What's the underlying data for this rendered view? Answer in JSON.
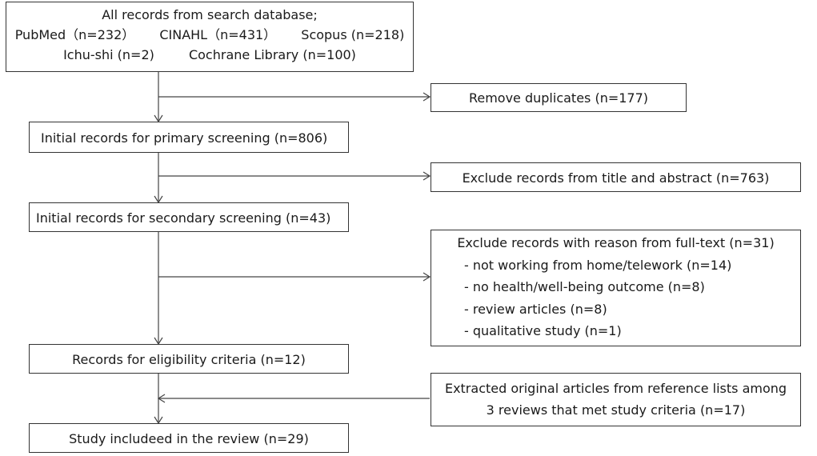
{
  "sources_box": {
    "line1": "All records from search database;",
    "db_pubmed": "PubMed（n=232）",
    "db_cinahl": "CINAHL（n=431）",
    "db_scopus": "Scopus (n=218)",
    "db_ichushi": "Ichu-shi (n=2)",
    "db_cochrane": "Cochrane Library (n=100)"
  },
  "remove_duplicates": "Remove duplicates (n=177)",
  "primary_screening": "Initial records for primary screening  (n=806)",
  "exclude_title_abstract": "Exclude records from title and abstract (n=763)",
  "secondary_screening": "Initial records for secondary screening  (n=43)",
  "exclude_fulltext": {
    "title": "Exclude records with reason from full-text (n=31)",
    "reasons": [
      "- not working from home/telework (n=14)",
      "- no health/well-being outcome (n=8)",
      "- review articles (n=8)",
      "- qualitative study (n=1)"
    ]
  },
  "eligibility": "Records for eligibility criteria  (n=12)",
  "extracted_articles": {
    "line1": "Extracted original articles from reference lists among",
    "line2": "3 reviews that met study criteria  (n=17)"
  },
  "included": "Study includeed in the review  (n=29)",
  "colors": {
    "border": "#333333",
    "arrow": "#444444",
    "text": "#1a1a1a"
  }
}
